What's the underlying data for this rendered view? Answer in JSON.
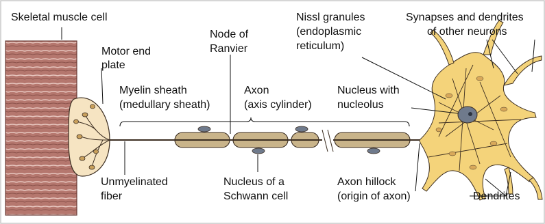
{
  "labels": {
    "skeletal_muscle_cell": "Skeletal muscle cell",
    "motor_end_plate_line1": "Motor end",
    "motor_end_plate_line2": "plate",
    "node_of_ranvier_line1": "Node of",
    "node_of_ranvier_line2": "Ranvier",
    "myelin_sheath_line1": "Myelin sheath",
    "myelin_sheath_line2": "(medullary sheath)",
    "axon_line1": "Axon",
    "axon_line2": "(axis cylinder)",
    "nissl_line1": "Nissl granules",
    "nissl_line2": "(endoplasmic",
    "nissl_line3": "reticulum)",
    "synapses_line1": "Synapses and dendrites",
    "synapses_line2": "of other neurons",
    "nucleus_with_line1": "Nucleus with",
    "nucleus_with_line2": "nucleolus",
    "unmyelinated_line1": "Unmyelinated",
    "unmyelinated_line2": "fiber",
    "schwann_line1": "Nucleus of a",
    "schwann_line2": "Schwann cell",
    "axon_hillock_line1": "Axon hillock",
    "axon_hillock_line2": "(origin of axon)",
    "dendrites": "Dendrites"
  },
  "colors": {
    "muscle": "#b5776e",
    "muscle_stripe": "#e7c6bf",
    "myelin": "#c9b48a",
    "neuron": "#f4d37a",
    "nucleus": "#6f7a8c",
    "outline": "#3a2c20"
  }
}
